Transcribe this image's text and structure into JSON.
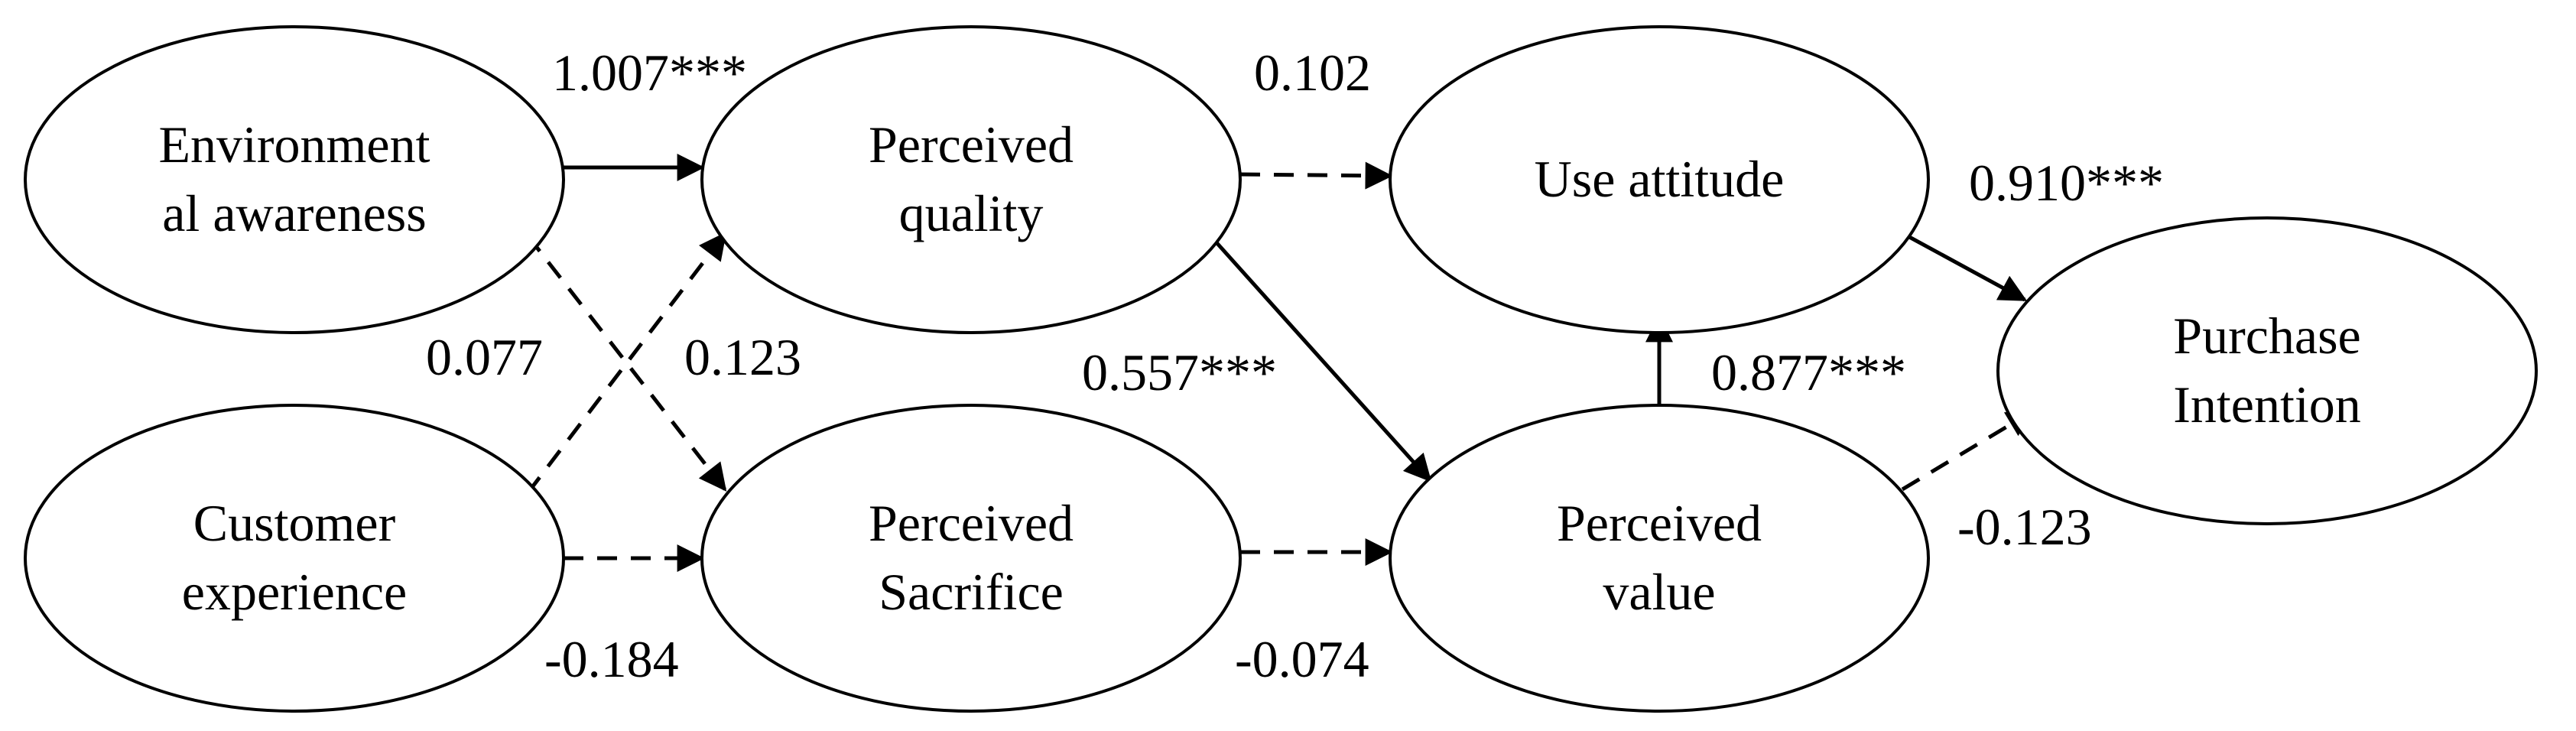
{
  "diagram": {
    "nodes": [
      {
        "id": "env",
        "lines": [
          "Environment",
          "al awareness"
        ]
      },
      {
        "id": "cust",
        "lines": [
          "Customer",
          "experience"
        ]
      },
      {
        "id": "pq",
        "lines": [
          "Perceived",
          "quality"
        ]
      },
      {
        "id": "ps",
        "lines": [
          "Perceived",
          "Sacrifice"
        ]
      },
      {
        "id": "ua",
        "lines": [
          "Use attitude"
        ]
      },
      {
        "id": "pv",
        "lines": [
          "Perceived",
          "value"
        ]
      },
      {
        "id": "pi",
        "lines": [
          "Purchase",
          "Intention"
        ]
      }
    ],
    "paths": [
      {
        "from": "env",
        "to": "pq",
        "coef": "1.007***",
        "style": "solid"
      },
      {
        "from": "env",
        "to": "ps",
        "coef": "0.123",
        "style": "dashed"
      },
      {
        "from": "cust",
        "to": "pq",
        "coef": "0.077",
        "style": "dashed"
      },
      {
        "from": "cust",
        "to": "ps",
        "coef": "-0.184",
        "style": "dashed"
      },
      {
        "from": "pq",
        "to": "ua",
        "coef": "0.102",
        "style": "dashed"
      },
      {
        "from": "pq",
        "to": "pv",
        "coef": "0.557***",
        "style": "solid"
      },
      {
        "from": "ps",
        "to": "pv",
        "coef": "-0.074",
        "style": "dashed"
      },
      {
        "from": "pv",
        "to": "ua",
        "coef": "0.877***",
        "style": "solid"
      },
      {
        "from": "ua",
        "to": "pi",
        "coef": "0.910***",
        "style": "solid"
      },
      {
        "from": "pv",
        "to": "pi",
        "coef": "-0.123",
        "style": "dashed"
      }
    ]
  }
}
